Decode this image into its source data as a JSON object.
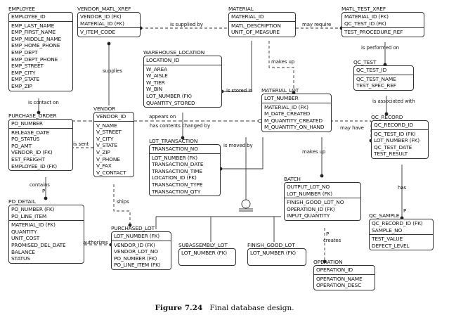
{
  "entities": [
    {
      "id": "employee",
      "name": "EMPLOYEE",
      "keys": [
        "EMPLOYEE_ID"
      ],
      "attrs": [
        "EMP_LAST_NAME",
        "EMP_FIRST_NAME",
        "EMP_MIDDLE_NAME",
        "EMP_HOME_PHONE",
        "EMP_DEPT",
        "EMP_DEPT_PHONE",
        "EMP_STREET",
        "EMP_CITY",
        "EMP_STATE",
        "EMP_ZIP"
      ]
    },
    {
      "id": "vendor-matl-xref",
      "name": "VENDOR_MATL_XREF",
      "keys": [
        "VENDOR_ID (FK)",
        "MATERIAL_ID (FK)"
      ],
      "attrs": [
        "V_ITEM_CODE"
      ]
    },
    {
      "id": "material",
      "name": "MATERIAL",
      "keys": [
        "MATERIAL_ID"
      ],
      "attrs": [
        "MATL_DESCRIPTION",
        "UNIT_OF_MEASURE"
      ]
    },
    {
      "id": "matl-test-xref",
      "name": "MATL_TEST_XREF",
      "keys": [
        "MATERIAL_ID (FK)",
        "QC_TEST_ID (FK)"
      ],
      "attrs": [
        "TEST_PROCEDURE_REF"
      ]
    },
    {
      "id": "warehouse-location",
      "name": "WAREHOUSE_LOCATION",
      "keys": [
        "LOCATION_ID"
      ],
      "attrs": [
        "W_AREA",
        "W_AISLE",
        "W_TIER",
        "W_BIN",
        "LOT_NUMBER (FK)",
        "QUANTITY_STORED"
      ]
    },
    {
      "id": "qc-test",
      "name": "QC_TEST",
      "keys": [
        "QC_TEST_ID"
      ],
      "attrs": [
        "QC_TEST_NAME",
        "TEST_SPEC_REF"
      ]
    },
    {
      "id": "material-lot",
      "name": "MATERIAL_LOT",
      "keys": [
        "LOT_NUMBER"
      ],
      "attrs": [
        "MATERIAL_ID (FK)",
        "M_DATE_CREATED",
        "M_QUANTITY_CREATED",
        "M_QUANTITY_ON_HAND"
      ]
    },
    {
      "id": "purchase-order",
      "name": "PURCHASE_ORDER",
      "keys": [
        "PO_NUMBER"
      ],
      "attrs": [
        "RELEASE_DATE",
        "PO_STATUS",
        "PO_AMT",
        "VENDOR_ID (FK)",
        "EST_FREIGHT",
        "EMPLOYEE_ID (FK)"
      ]
    },
    {
      "id": "vendor",
      "name": "VENDOR",
      "keys": [
        "VENDOR_ID"
      ],
      "attrs": [
        "V_NAME",
        "V_STREET",
        "V_CITY",
        "V_STATE",
        "V_ZIP",
        "V_PHONE",
        "V_FAX",
        "V_CONTACT"
      ]
    },
    {
      "id": "qc-record",
      "name": "QC_RECORD",
      "keys": [
        "QC_RECORD_ID"
      ],
      "attrs": [
        "QC_TEST_ID (FK)",
        "LOT_NUMBER (FK)",
        "QC_TEST_DATE",
        "TEST_RESULT"
      ]
    },
    {
      "id": "lot-transaction",
      "name": "LOT_TRANSACTION",
      "keys": [
        "TRANSACTION_NO"
      ],
      "attrs": [
        "LOT_NUMBER (FK)",
        "TRANSACTION_DATE",
        "TRANSACTION_TIME",
        "LOCATION_ID (FK)",
        "TRANSACTION_TYPE",
        "TRANSACTION_QTY"
      ]
    },
    {
      "id": "batch",
      "name": "BATCH",
      "keys": [
        "OUTPUT_LOT_NO",
        "LOT_NUMBER (FK)"
      ],
      "attrs": [
        "FINISH_GOOD_LOT_NO",
        "OPERATION_ID (FK)",
        "INPUT_QUANTITY"
      ]
    },
    {
      "id": "po-detail",
      "name": "PO_DETAIL",
      "keys": [
        "PO_NUMBER (FK)",
        "PO_LINE_ITEM"
      ],
      "attrs": [
        "MATERIAL_ID (FK)",
        "QUANTITY",
        "UNIT_COST",
        "PROMISED_DEL_DATE",
        "BALANCE",
        "STATUS"
      ]
    },
    {
      "id": "purchased-lot",
      "name": "PURCHASED_LOT",
      "keys": [
        "LOT_NUMBER (FK)"
      ],
      "attrs": [
        "VENDOR_ID (FK)",
        "VENDOR_LOT_NO",
        "PO_NUMBER (FK)",
        "PO_LINE_ITEM (FK)"
      ]
    },
    {
      "id": "subassembly-lot",
      "name": "SUBASSEMBLY_LOT",
      "keys": [
        "LOT_NUMBER (FK)"
      ],
      "attrs": []
    },
    {
      "id": "finish-good-lot",
      "name": "FINISH_GOOD_LOT",
      "keys": [
        "LOT_NUMBER (FK)"
      ],
      "attrs": []
    },
    {
      "id": "qc-sample",
      "name": "QC_SAMPLE",
      "keys": [
        "QC_RECORD_ID (FK)",
        "SAMPLE_NO"
      ],
      "attrs": [
        "TEST_VALUE",
        "DEFECT_LEVEL"
      ]
    },
    {
      "id": "operation",
      "name": "OPERATION",
      "keys": [
        "OPERATION_ID"
      ],
      "attrs": [
        "OPERATION_NAME",
        "OPERATION_DESC"
      ]
    }
  ],
  "relationships": [
    {
      "id": "is-supplied-by",
      "label": "is supplied by"
    },
    {
      "id": "may-require",
      "label": "may require"
    },
    {
      "id": "is-performed-on",
      "label": "is performed on"
    },
    {
      "id": "supplies",
      "label": "supplies"
    },
    {
      "id": "makes-up-material",
      "label": "makes up"
    },
    {
      "id": "is-stored-in",
      "label": "is stored in"
    },
    {
      "id": "is-associated-with",
      "label": "is associated with"
    },
    {
      "id": "is-contact-on",
      "label": "is contact on"
    },
    {
      "id": "appears-on",
      "label": "appears on"
    },
    {
      "id": "has-contents-changed-by",
      "label": "has contents changed by"
    },
    {
      "id": "may-have",
      "label": "may have"
    },
    {
      "id": "is-sent",
      "label": "is sent"
    },
    {
      "id": "is-moved-by",
      "label": "is moved by"
    },
    {
      "id": "makes-up-batch",
      "label": "makes up"
    },
    {
      "id": "contains",
      "label": "contains"
    },
    {
      "id": "contains-p",
      "label": "P"
    },
    {
      "id": "ships",
      "label": "ships"
    },
    {
      "id": "has",
      "label": "has"
    },
    {
      "id": "has-p",
      "label": "P"
    },
    {
      "id": "authorizes",
      "label": "authorizes"
    },
    {
      "id": "creates",
      "label": "creates"
    },
    {
      "id": "creates-p",
      "label": "P"
    }
  ],
  "caption": {
    "number": "Figure 7.24",
    "text": "Final database design."
  }
}
